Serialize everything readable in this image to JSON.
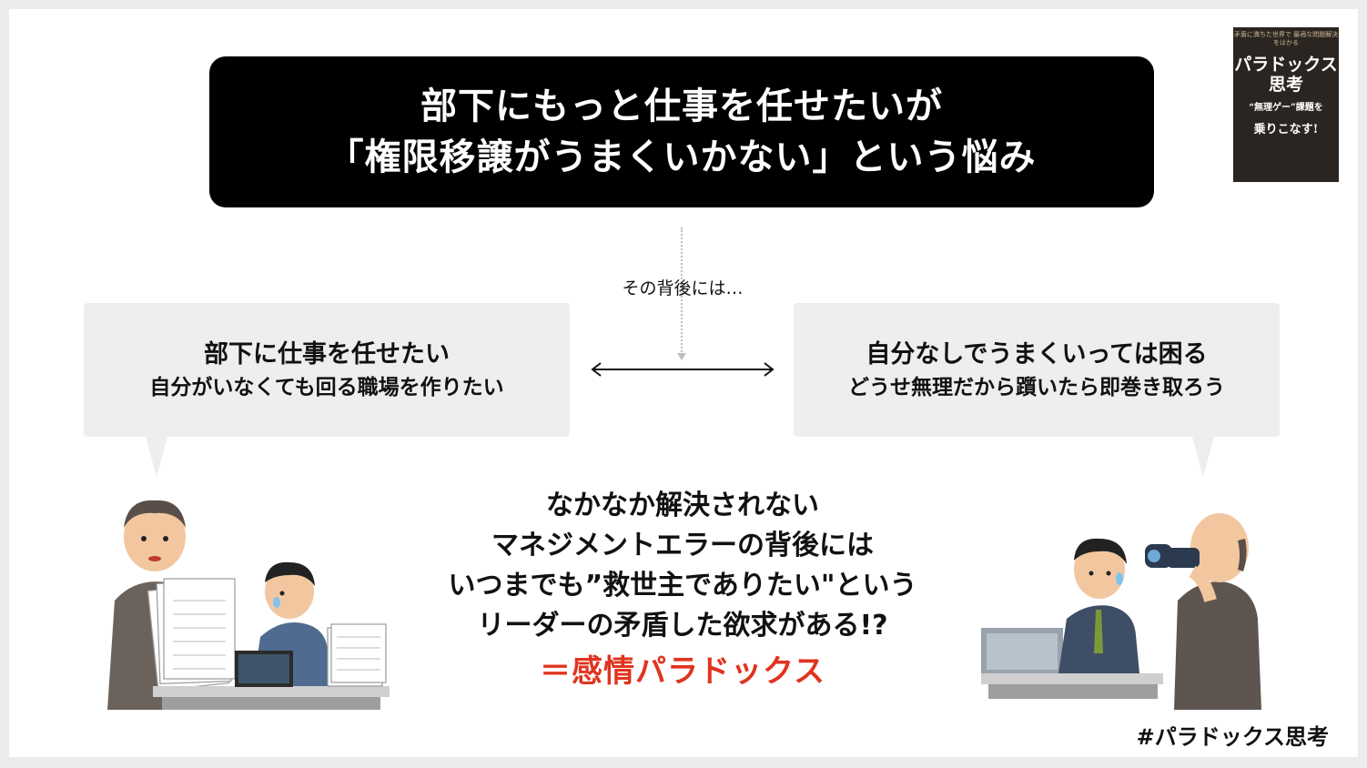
{
  "title": {
    "line1": "部下にもっと仕事を任せたいが",
    "line2": "「権限移譲がうまくいかない」という悩み"
  },
  "book": {
    "tagline": "矛盾に満ちた世界で 最適な問題解決をはかる",
    "title": "パラドックス思考",
    "subtitle": "“無理ゲー”課題を",
    "footer": "乗りこなす!"
  },
  "behind_label": "その背後には…",
  "bubble_left": {
    "line1": "部下に仕事を任せたい",
    "line2": "自分がいなくても回る職場を作りたい"
  },
  "bubble_right": {
    "line1": "自分なしでうまくいっては困る",
    "line2": "どうせ無理だから躓いたら即巻き取ろう"
  },
  "center": {
    "line1": "なかなか解決されない",
    "line2": "マネジメントエラーの背後には",
    "line3": "いつまでも”救世主でありたい\"という",
    "line4": "リーダーの矛盾した欲求がある!?"
  },
  "emphasis": "＝感情パラドックス",
  "hashtag": "#パラドックス思考",
  "colors": {
    "accent": "#e0341f",
    "title_bg": "#000000",
    "bubble_bg": "#eeeeee"
  }
}
